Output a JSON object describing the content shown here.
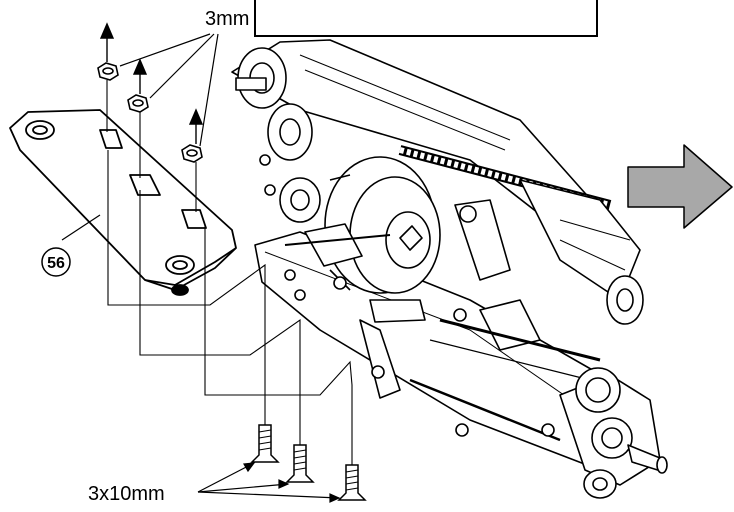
{
  "labels": {
    "nut_size": "3mm",
    "screw_size": "3x10mm",
    "part_number": "56"
  },
  "colors": {
    "line": "#000000",
    "arrow_fill": "#a8a8a8",
    "background": "#ffffff"
  },
  "icons": {
    "next_step": "right-arrow-icon",
    "nut": "hex-nut-icon",
    "screw": "flat-head-screw-icon"
  }
}
